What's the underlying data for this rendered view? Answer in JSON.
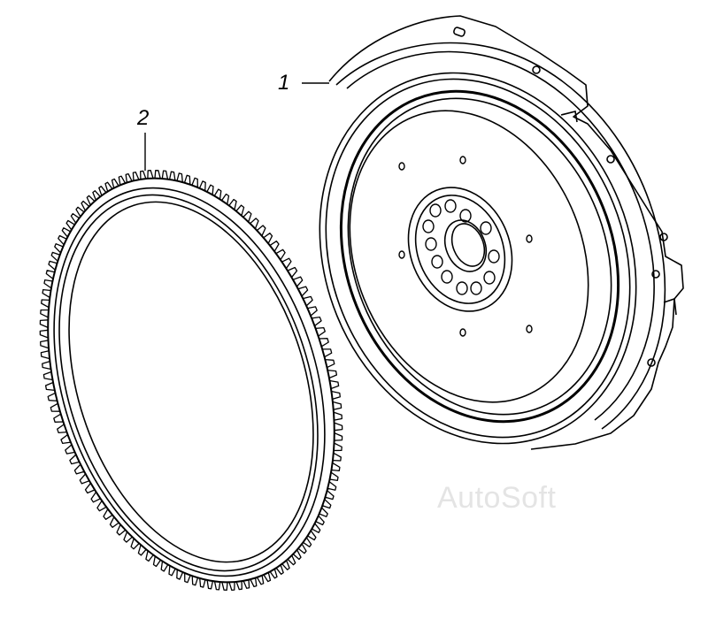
{
  "diagram": {
    "callouts": [
      {
        "id": "flywheel",
        "number": "1"
      },
      {
        "id": "ring-gear",
        "number": "2"
      }
    ],
    "watermark": "AutoSoft",
    "colors": {
      "line": "#000000",
      "background": "#ffffff",
      "watermark": "#e4e4e4"
    },
    "ring_gear_tooth_count": 120
  }
}
